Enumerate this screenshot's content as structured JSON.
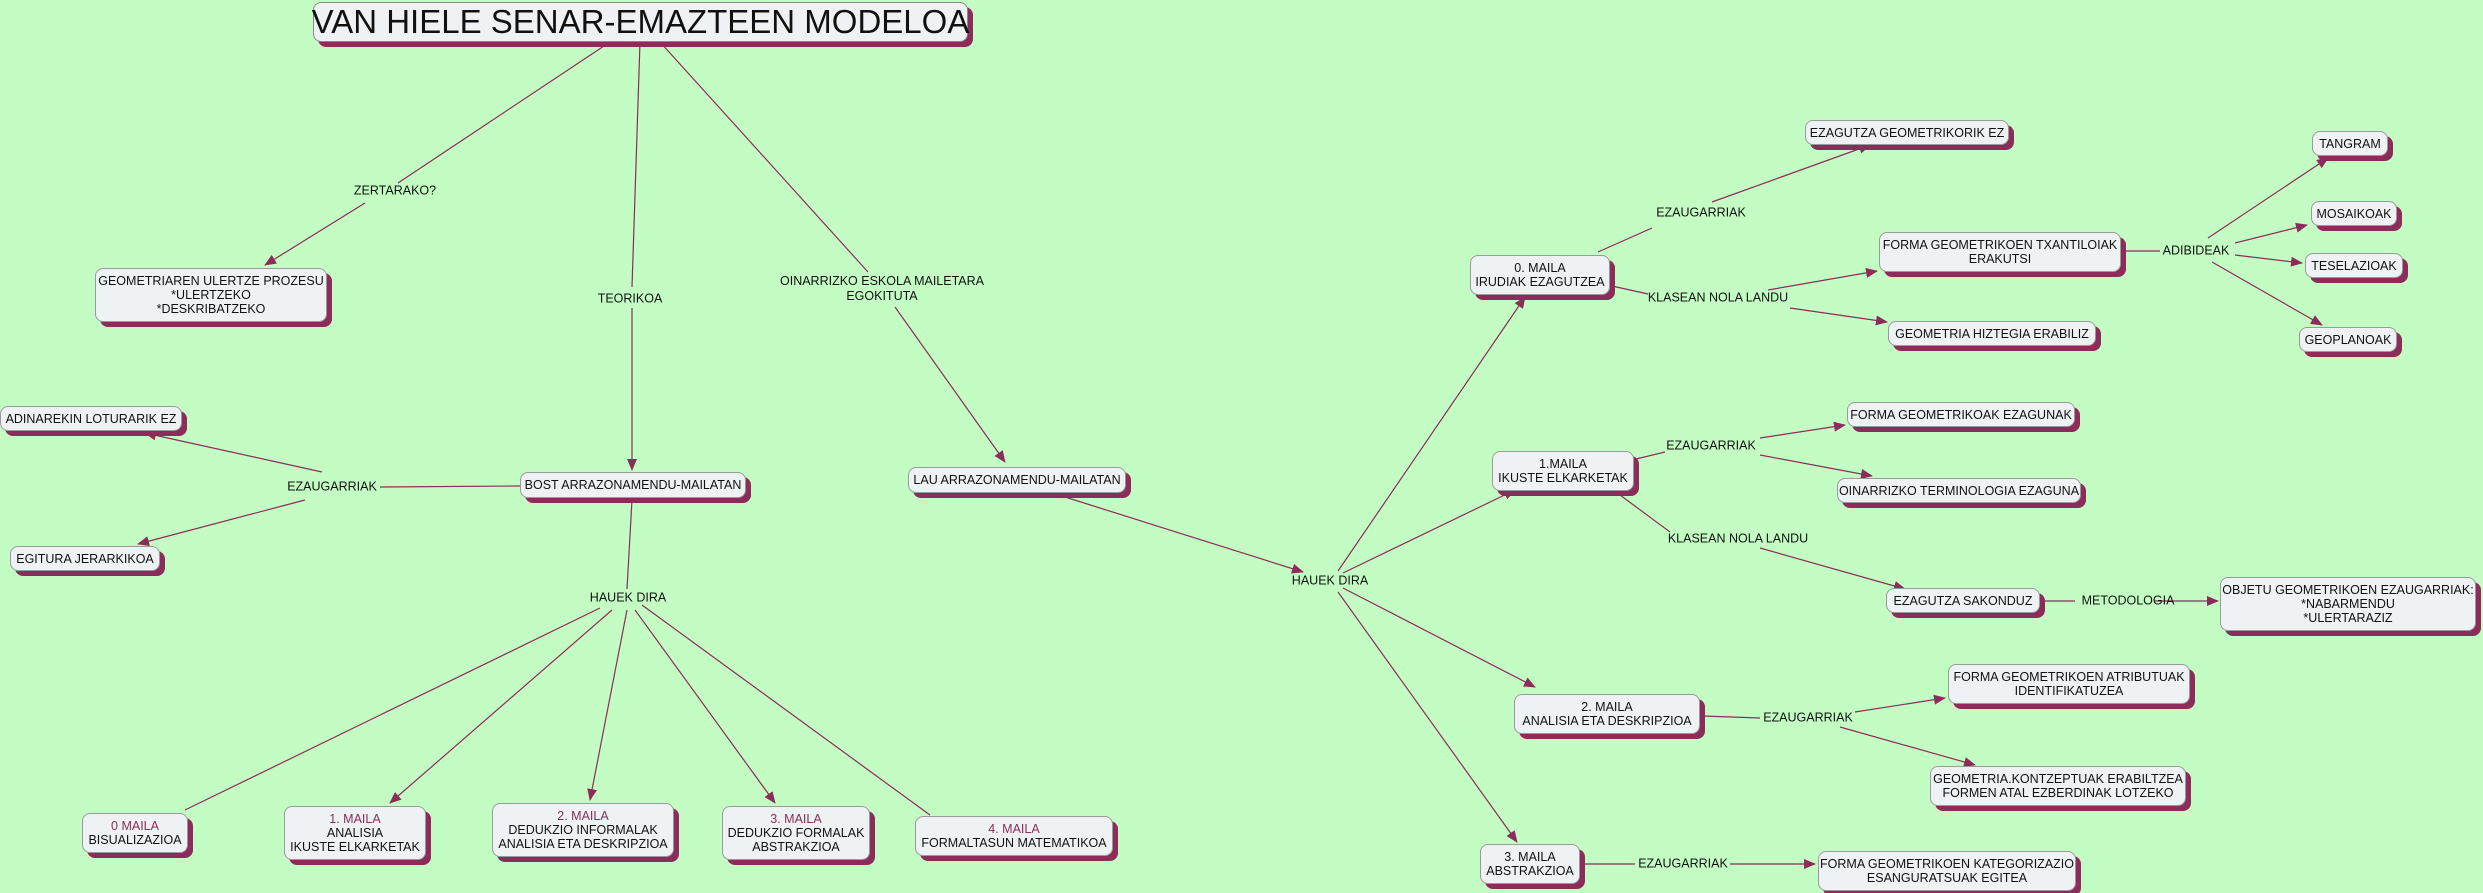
{
  "title": "VAN HIELE SENAR-EMAZTEEN MODELOA",
  "colors": {
    "background": "#c4fdc4",
    "node_fill": "#eef2f4",
    "shadow": "#8b2c5a",
    "arrow": "#8b2c5a",
    "level_text": "#8b2c5a"
  },
  "nodes": {
    "geometriaren": [
      "GEOMETRIAREN ULERTZE PROZESU",
      "*ULERTZEKO",
      "*DESKRIBATZEKO"
    ],
    "bost": [
      "BOST ARRAZONAMENDU-MAILATAN"
    ],
    "lau": [
      "LAU ARRAZONAMENDU-MAILATAN"
    ],
    "adinarekin": [
      "ADINAREKIN LOTURARIK EZ"
    ],
    "egitura": [
      "EGITURA JERARKIKOA"
    ],
    "m0": {
      "level": "0 MAILA",
      "lines": [
        "BISUALIZAZIOA"
      ]
    },
    "m1": {
      "level": "1. MAILA",
      "lines": [
        "ANALISIA",
        "IKUSTE ELKARKETAK"
      ]
    },
    "m2": {
      "level": "2. MAILA",
      "lines": [
        "DEDUKZIO INFORMALAK",
        "ANALISIA ETA DESKRIPZIOA"
      ]
    },
    "m3": {
      "level": "3. MAILA",
      "lines": [
        "DEDUKZIO FORMALAK",
        "ABSTRAKZIOA"
      ]
    },
    "m4": {
      "level": "4. MAILA",
      "lines": [
        "FORMALTASUN MATEMATIKOA"
      ]
    },
    "r0": [
      "0. MAILA",
      "IRUDIAK EZAGUTZEA"
    ],
    "r1": [
      "1.MAILA",
      "IKUSTE ELKARKETAK"
    ],
    "r2": [
      "2. MAILA",
      "ANALISIA ETA DESKRIPZIOA"
    ],
    "r3": [
      "3. MAILA",
      "ABSTRAKZIOA"
    ],
    "ezagutza_geo": [
      "EZAGUTZA GEOMETRIKORIK EZ"
    ],
    "forma_txant": [
      "FORMA GEOMETRIKOEN TXANTILOIAK",
      "ERAKUTSI"
    ],
    "geo_hiztegia": [
      "GEOMETRIA HIZTEGIA ERABILIZ"
    ],
    "tangram": [
      "TANGRAM"
    ],
    "mosaikoak": [
      "MOSAIKOAK"
    ],
    "teselazioak": [
      "TESELAZIOAK"
    ],
    "geoplanoak": [
      "GEOPLANOAK"
    ],
    "forma_ezag": [
      "FORMA GEOMETRIKOAK EZAGUNAK"
    ],
    "oinarrizko_term": [
      "OINARRIZKO TERMINOLOGIA EZAGUNA"
    ],
    "ezagutza_sak": [
      "EZAGUTZA SAKONDUZ"
    ],
    "objetu": [
      "OBJETU GEOMETRIKOEN EZAUGARRIAK:",
      "*NABARMENDU",
      "*ULERTARAZIZ"
    ],
    "forma_atrib": [
      "FORMA GEOMETRIKOEN ATRIBUTUAK",
      "IDENTIFIKATUZEA"
    ],
    "geo_kontz": [
      "GEOMETRIA.KONTZEPTUAK ERABILTZEA",
      "FORMEN ATAL EZBERDINAK LOTZEKO"
    ],
    "forma_kateg": [
      "FORMA GEOMETRIKOEN KATEGORIZAZIO",
      "ESANGURATSUAK EGITEA"
    ]
  },
  "phrases": {
    "zertarako": "ZERTARAKO?",
    "teorikoa": "TEORIKOA",
    "oinarrizko_eskola": [
      "OINARRIZKO ESKOLA MAILETARA",
      "EGOKITUTA"
    ],
    "ezaugarriak_left": "EZAUGARRIAK",
    "hauek_dira_left": "HAUEK DIRA",
    "hauek_dira_right": "HAUEK DIRA",
    "ezaugarriak_r0": "EZAUGARRIAK",
    "klasean_r0": "KLASEAN NOLA LANDU",
    "adibideak": "ADIBIDEAK",
    "ezaugarriak_r1": "EZAUGARRIAK",
    "klasean_r1": "KLASEAN NOLA LANDU",
    "metodologia": "METODOLOGIA",
    "ezaugarriak_r2": "EZAUGARRIAK",
    "ezaugarriak_r3": "EZAUGARRIAK"
  }
}
